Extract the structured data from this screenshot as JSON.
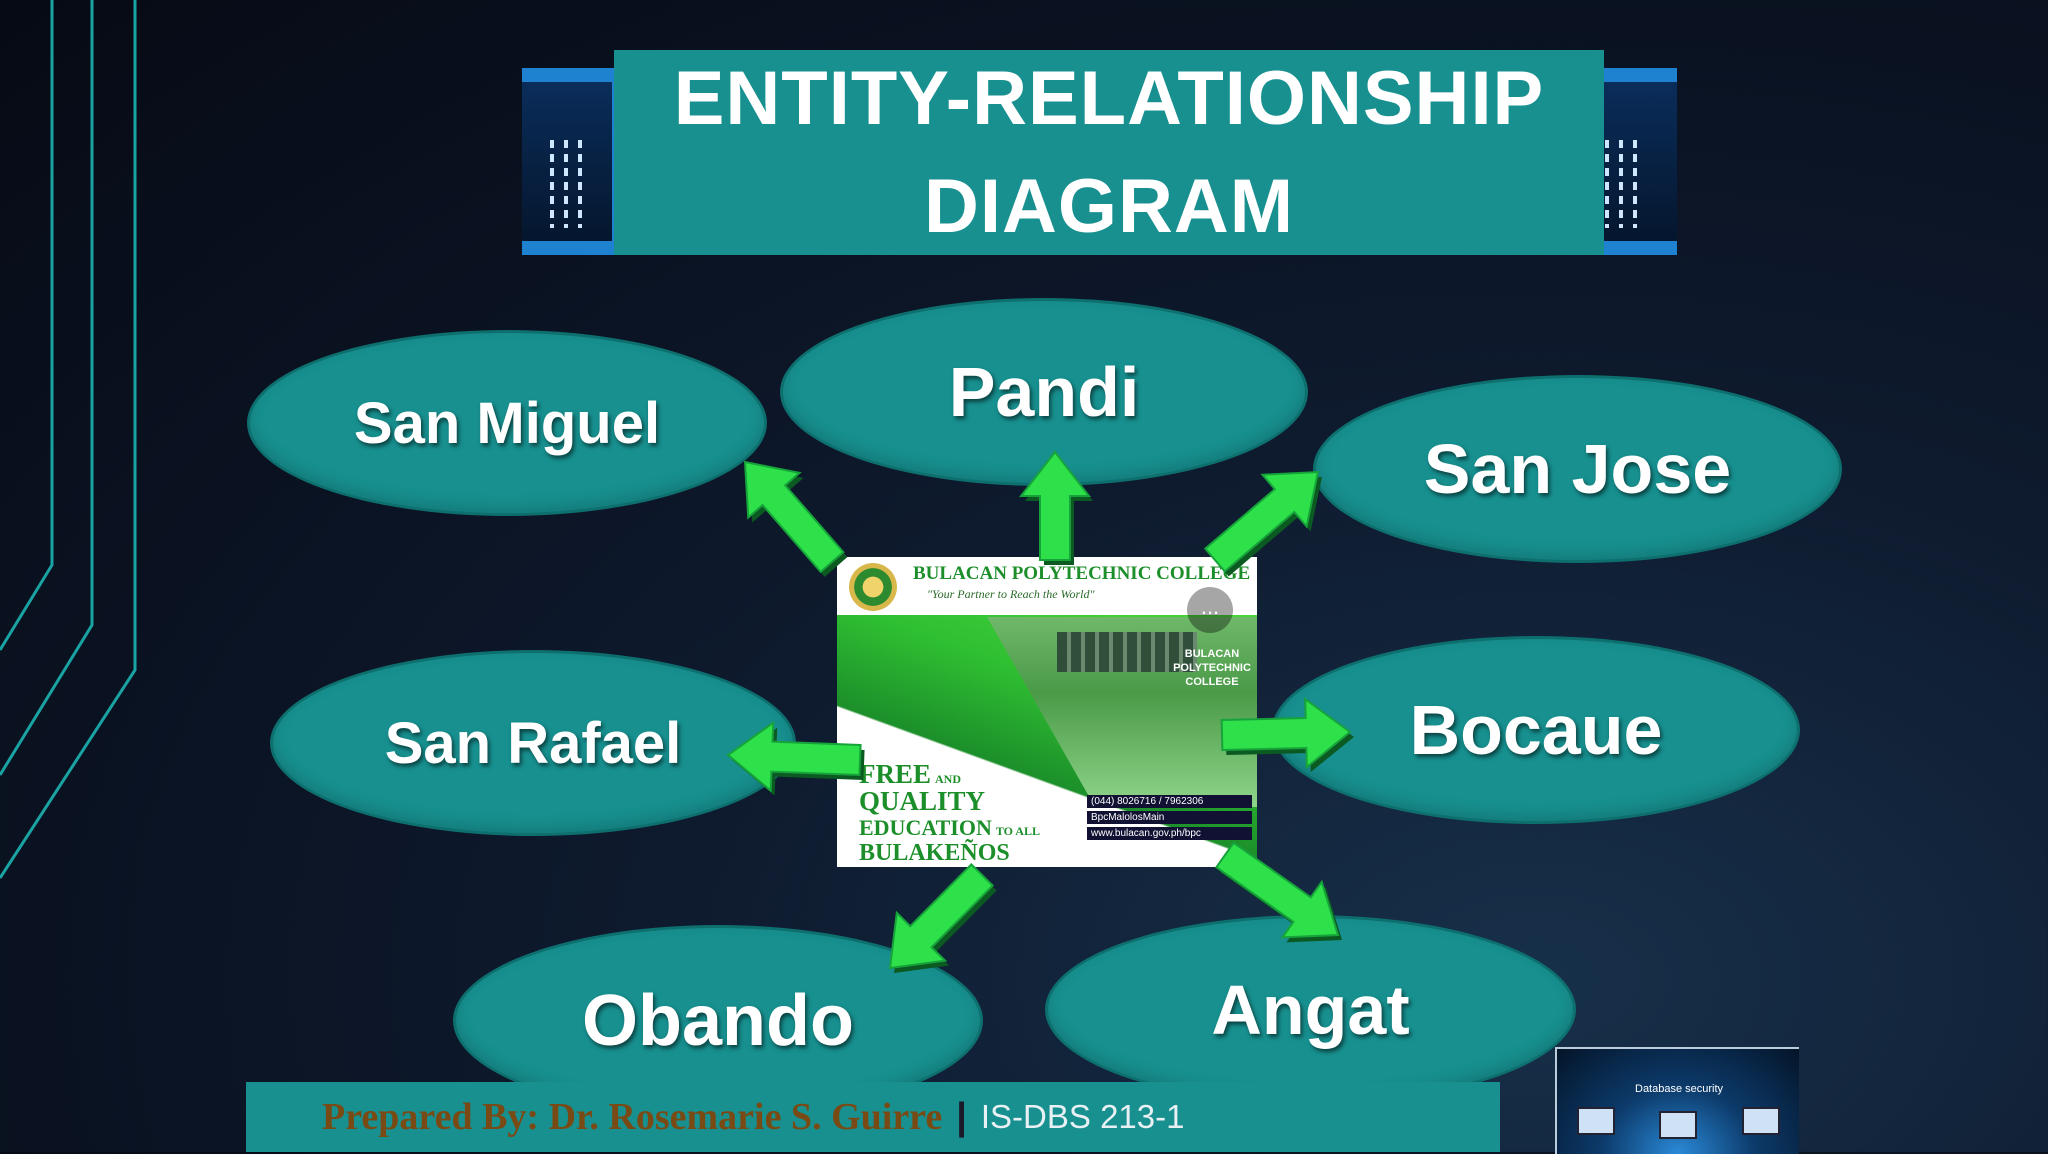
{
  "title": {
    "line1": "ENTITY-RELATIONSHIP",
    "line2": "DIAGRAM"
  },
  "hub": {
    "college_name": "BULACAN POLYTECHNIC COLLEGE",
    "motto": "\"Your Partner to Reach the World\"",
    "more_button": "...",
    "sign_text": "BULACAN POLYTECHNIC COLLEGE",
    "slogan_line1_big": "FREE",
    "slogan_line1_small": "AND",
    "slogan_line2": "QUALITY",
    "slogan_line3_big": "EDUCATION",
    "slogan_line3_small": "TO ALL",
    "slogan_line4": "BULAKEÑOS",
    "phone": "(044) 8026716 / 7962306",
    "facebook": "BpcMalolosMain",
    "website": "www.bulacan.gov.ph/bpc"
  },
  "nodes": {
    "san_miguel": "San Miguel",
    "pandi": "Pandi",
    "san_jose": "San Jose",
    "san_rafael": "San Rafael",
    "bocaue": "Bocaue",
    "obando": "Obando",
    "angat": "Angat"
  },
  "footer": {
    "author": "Prepared By: Dr. Rosemarie S. Guirre",
    "separator": "|",
    "course_code": "IS-DBS 213-1"
  },
  "thumbnail": {
    "label": "Database security"
  },
  "colors": {
    "node_fill": "#17908f",
    "arrow_fill": "#2ee04a",
    "title_accent": "#1f82d0",
    "footer_author": "#7a4a14"
  }
}
